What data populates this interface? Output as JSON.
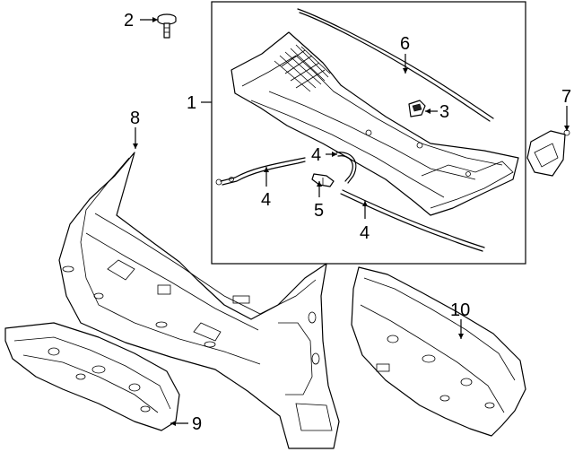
{
  "callouts": {
    "c1": "1",
    "c2": "2",
    "c3": "3",
    "c4a": "4",
    "c4b": "4",
    "c4c": "4",
    "c5": "5",
    "c6": "6",
    "c7": "7",
    "c8": "8",
    "c9": "9",
    "c10": "10"
  },
  "colors": {
    "line": "#000000",
    "background": "#ffffff"
  }
}
